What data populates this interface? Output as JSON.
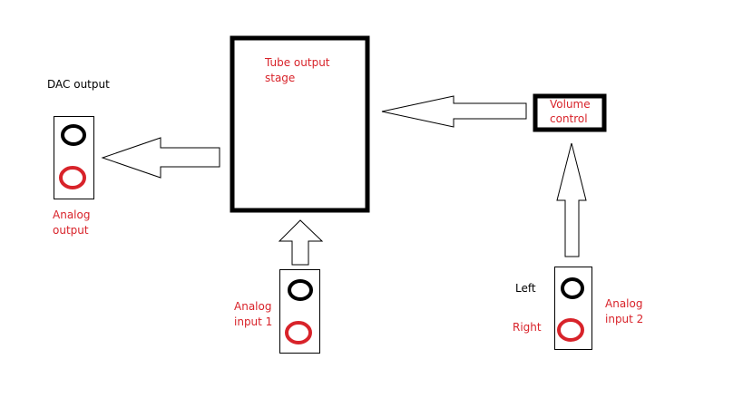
{
  "colors": {
    "red": "#d8232a",
    "black": "#000000"
  },
  "labels": {
    "dac_output": "DAC output",
    "analog_output": "Analog\noutput",
    "tube_output_stage": "Tube output\nstage",
    "volume_control": "Volume\ncontrol",
    "analog_input_1": "Analog\ninput 1",
    "analog_input_2": "Analog\ninput 2",
    "left": "Left",
    "right": "Right"
  }
}
